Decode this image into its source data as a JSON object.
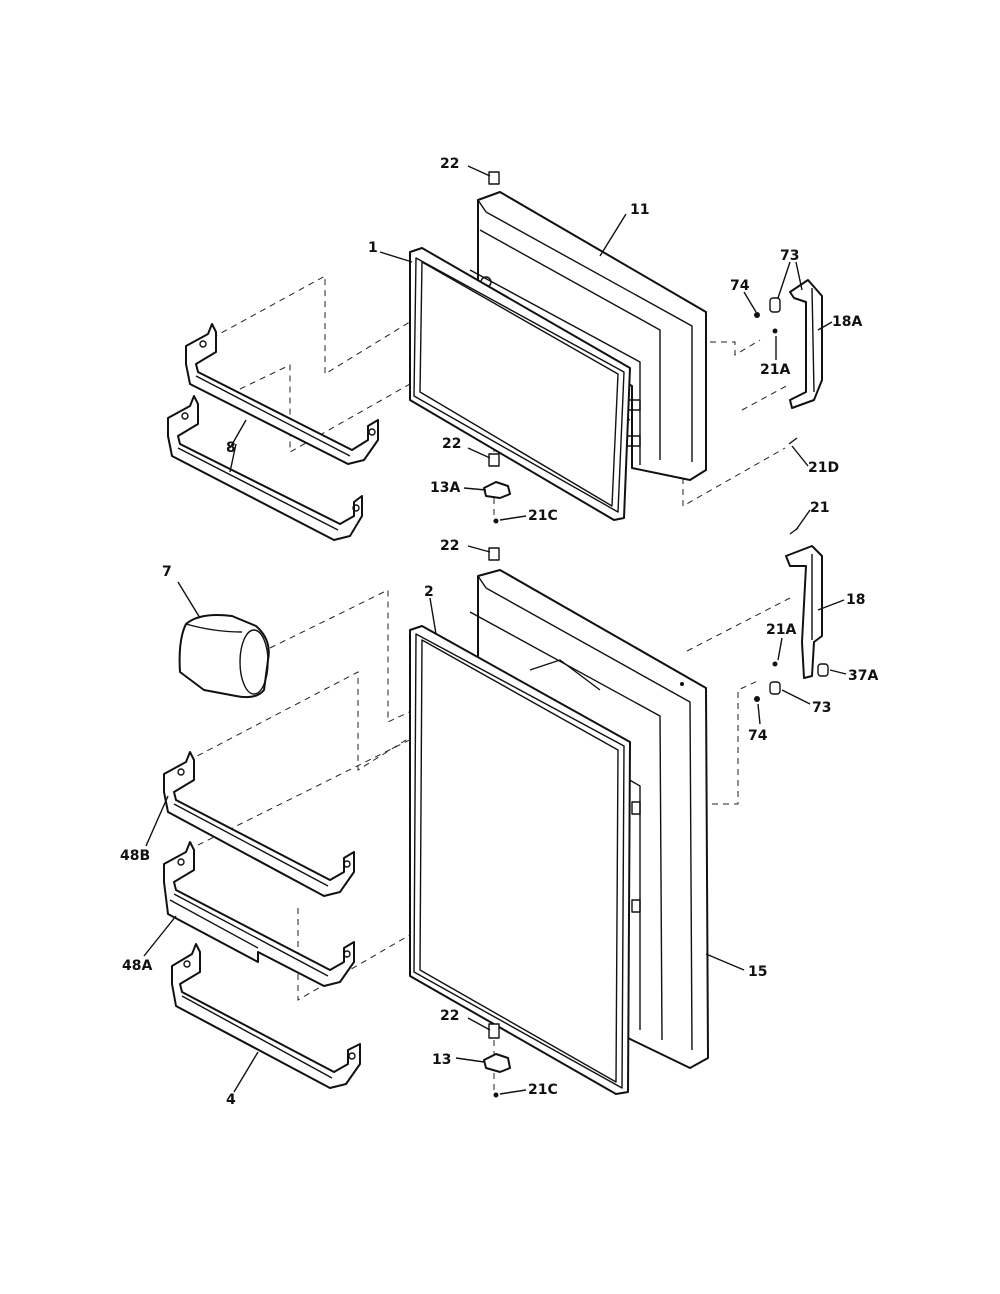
{
  "callouts": {
    "c22_top": "22",
    "c11": "11",
    "c1": "1",
    "c73_top": "73",
    "c74_top": "74",
    "c18a": "18A",
    "c21a_top": "21A",
    "c8": "8",
    "c22_mid": "22",
    "c13a": "13A",
    "c21c_top": "21C",
    "c21d": "21D",
    "c21": "21",
    "c22_lower": "22",
    "c7": "7",
    "c2": "2",
    "c18": "18",
    "c21a_lower": "21A",
    "c37a": "37A",
    "c73_lower": "73",
    "c74_lower": "74",
    "c48b": "48B",
    "c48a": "48A",
    "c15": "15",
    "c22_bottom": "22",
    "c13": "13",
    "c21c_bottom": "21C",
    "c4": "4"
  }
}
